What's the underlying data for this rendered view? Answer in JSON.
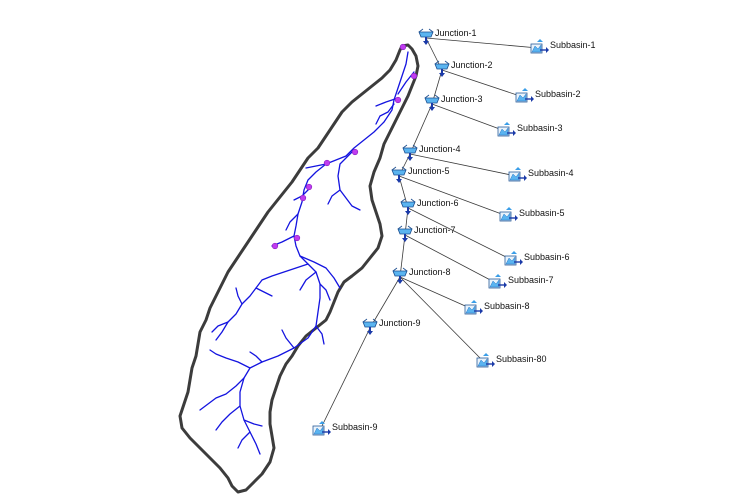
{
  "colors": {
    "boundary": "#3c3c3c",
    "river": "#1414e0",
    "outlet": "#c03cf0",
    "link": "#3a3a3a",
    "icon_fill": "#5ab4f0"
  },
  "junctions": [
    {
      "id": "j1",
      "label": "Junction-1",
      "icon": "junction-icon"
    },
    {
      "id": "j2",
      "label": "Junction-2",
      "icon": "junction-icon"
    },
    {
      "id": "j3",
      "label": "Junction-3",
      "icon": "junction-icon"
    },
    {
      "id": "j4",
      "label": "Junction-4",
      "icon": "junction-icon"
    },
    {
      "id": "j5",
      "label": "Junction-5",
      "icon": "junction-icon"
    },
    {
      "id": "j6",
      "label": "Junction-6",
      "icon": "junction-icon"
    },
    {
      "id": "j7",
      "label": "Junction-7",
      "icon": "junction-icon"
    },
    {
      "id": "j8",
      "label": "Junction-8",
      "icon": "junction-icon"
    },
    {
      "id": "j9",
      "label": "Junction-9",
      "icon": "junction-icon"
    }
  ],
  "subbasins": [
    {
      "id": "s1",
      "label": "Subbasin-1",
      "icon": "subbasin-icon"
    },
    {
      "id": "s2",
      "label": "Subbasin-2",
      "icon": "subbasin-icon"
    },
    {
      "id": "s3",
      "label": "Subbasin-3",
      "icon": "subbasin-icon"
    },
    {
      "id": "s4",
      "label": "Subbasin-4",
      "icon": "subbasin-icon"
    },
    {
      "id": "s5",
      "label": "Subbasin-5",
      "icon": "subbasin-icon"
    },
    {
      "id": "s6",
      "label": "Subbasin-6",
      "icon": "subbasin-icon"
    },
    {
      "id": "s7",
      "label": "Subbasin-7",
      "icon": "subbasin-icon"
    },
    {
      "id": "s8",
      "label": "Subbasin-8",
      "icon": "subbasin-icon"
    },
    {
      "id": "s80",
      "label": "Subbasin-80",
      "icon": "subbasin-icon"
    },
    {
      "id": "s9",
      "label": "Subbasin-9",
      "icon": "subbasin-icon"
    }
  ],
  "links": [
    [
      "s1",
      "j1"
    ],
    [
      "j1",
      "j2"
    ],
    [
      "s2",
      "j2"
    ],
    [
      "j2",
      "j3"
    ],
    [
      "s3",
      "j3"
    ],
    [
      "j3",
      "j4"
    ],
    [
      "s4",
      "j4"
    ],
    [
      "j4",
      "j5"
    ],
    [
      "s5",
      "j5"
    ],
    [
      "j5",
      "j6"
    ],
    [
      "s6",
      "j6"
    ],
    [
      "j6",
      "j7"
    ],
    [
      "s7",
      "j7"
    ],
    [
      "j7",
      "j8"
    ],
    [
      "s8",
      "j8"
    ],
    [
      "s80",
      "j8"
    ],
    [
      "j8",
      "j9"
    ],
    [
      "j9",
      "s9"
    ]
  ]
}
